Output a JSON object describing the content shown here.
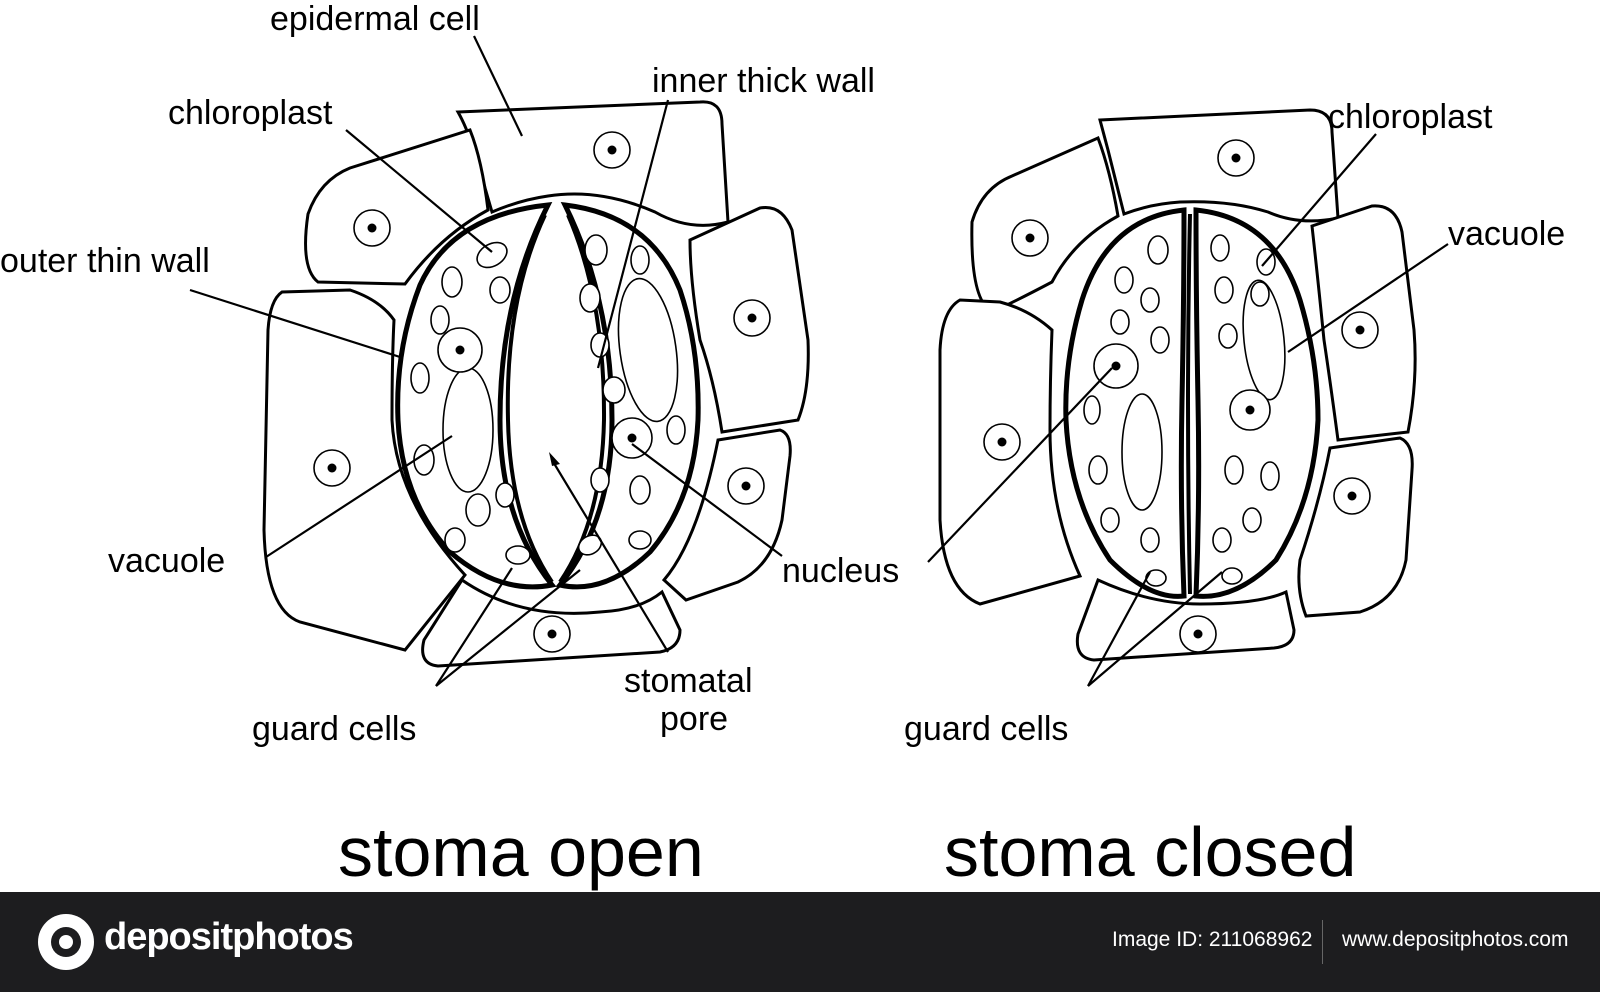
{
  "labels": {
    "epidermal_cell": "epidermal cell",
    "chloroplast_left": "chloroplast",
    "inner_thick_wall": "inner thick wall",
    "outer_thin_wall": "outer thin wall",
    "vacuole_left": "vacuole",
    "nucleus": "nucleus",
    "stomatal_pore_line1": "stomatal",
    "stomatal_pore_line2": "pore",
    "guard_cells_left": "guard  cells",
    "chloroplast_right": "chloroplast",
    "vacuole_right": "vacuole",
    "guard_cells_right": "guard  cells"
  },
  "captions": {
    "open": "stoma open",
    "closed": "stoma closed"
  },
  "footer": {
    "brand": "depositphotos",
    "image_id": "Image ID: 211068962",
    "site": "www.depositphotos.com"
  }
}
